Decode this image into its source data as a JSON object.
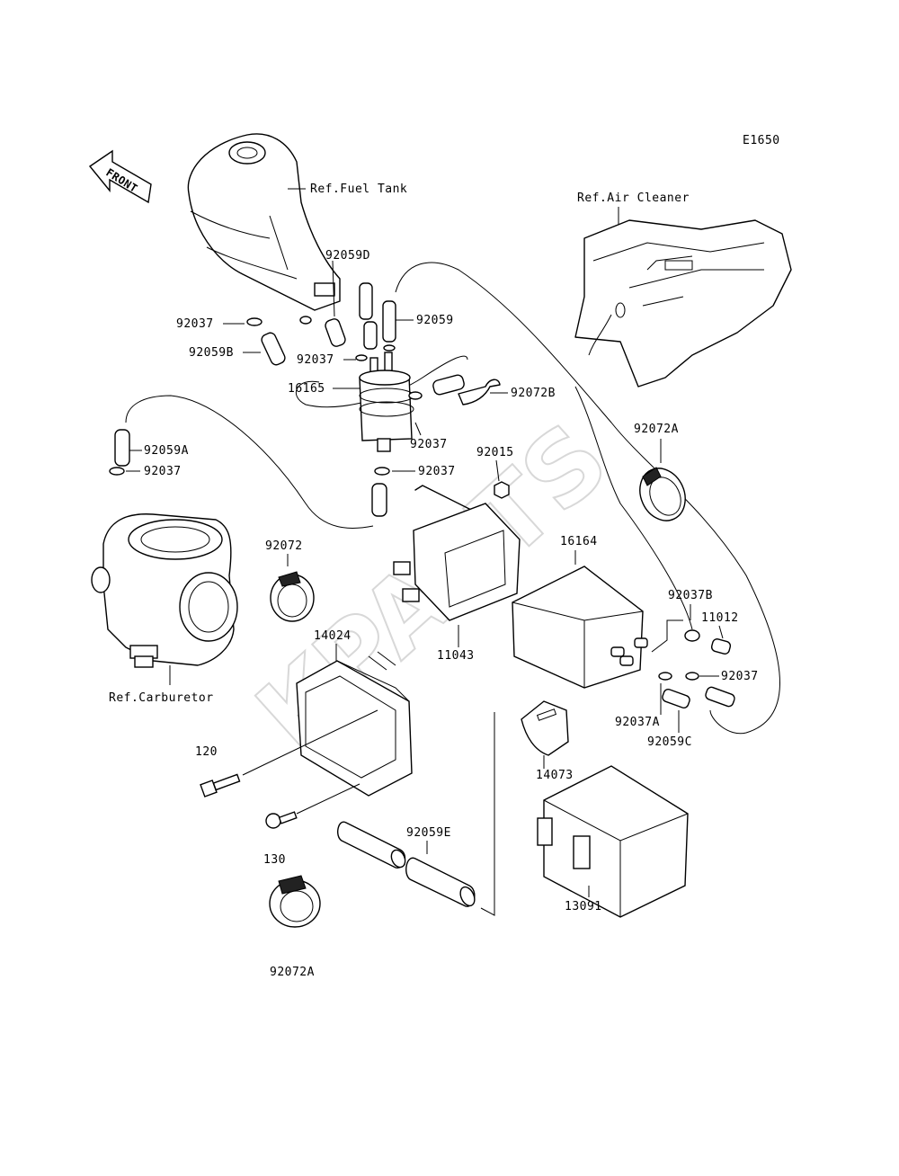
{
  "diagram_code": "E1650",
  "watermark": "KPARTS",
  "front_label": "FRONT",
  "references": {
    "fuel_tank": "Ref.Fuel Tank",
    "air_cleaner": "Ref.Air Cleaner",
    "carburetor": "Ref.Carburetor"
  },
  "parts": {
    "p92059D": "92059D",
    "p92037_a": "92037",
    "p92059": "92059",
    "p92059B": "92059B",
    "p92037_b": "92037",
    "p16165": "16165",
    "p92072B": "92072B",
    "p92037_c": "92037",
    "p92059A": "92059A",
    "p92037_d": "92037",
    "p92037_e": "92037",
    "p92015": "92015",
    "p92072A_top": "92072A",
    "p92072": "92072",
    "p16164": "16164",
    "p92037B": "92037B",
    "p11012": "11012",
    "p11043": "11043",
    "p14024": "14024",
    "p92037_f": "92037",
    "p92037A": "92037A",
    "p92059C": "92059C",
    "p120": "120",
    "p14073": "14073",
    "p92059E": "92059E",
    "p130": "130",
    "p13091": "13091",
    "p92072A_bottom": "92072A"
  }
}
